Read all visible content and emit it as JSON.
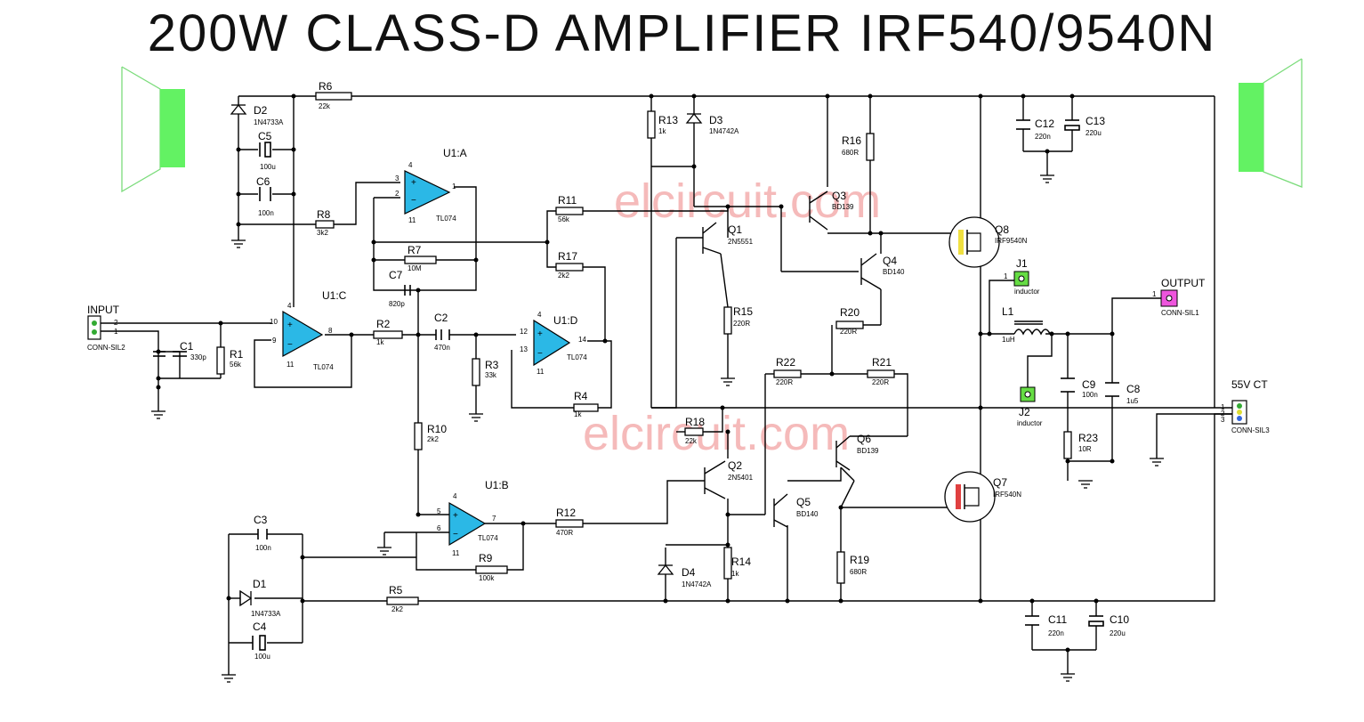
{
  "title": "200W CLASS-D AMPLIFIER IRF540/9540N",
  "watermark": "elcircuit.com",
  "colors": {
    "opamp": "#2bb8e6",
    "speaker": "#63f263",
    "terminal": "#66dd44",
    "output_terminal": "#ee55dd",
    "watermark": "#f2a3a3"
  },
  "labels": {
    "input": "INPUT",
    "input_conn": "CONN-SIL2",
    "output": "OUTPUT",
    "output_conn": "CONN-SIL1",
    "supply": "55V CT",
    "supply_conn": "CONN-SIL3",
    "j1": "J1",
    "j1_val": "inductor",
    "j2": "J2",
    "j2_val": "inductor",
    "u1a": "U1:A",
    "u1b": "U1:B",
    "u1c": "U1:C",
    "u1d": "U1:D",
    "opamp_type": "TL074",
    "r1": "R1",
    "r1v": "56k",
    "r2": "R2",
    "r2v": "1k",
    "r3": "R3",
    "r3v": "33k",
    "r4": "R4",
    "r4v": "1k",
    "r5": "R5",
    "r5v": "2k2",
    "r6": "R6",
    "r6v": "22k",
    "r7": "R7",
    "r7v": "10M",
    "r8": "R8",
    "r8v": "3k2",
    "r9": "R9",
    "r9v": "100k",
    "r10": "R10",
    "r10v": "2k2",
    "r11": "R11",
    "r11v": "56k",
    "r12": "R12",
    "r12v": "470R",
    "r13": "R13",
    "r13v": "1k",
    "r14": "R14",
    "r14v": "1k",
    "r15": "R15",
    "r15v": "220R",
    "r16": "R16",
    "r16v": "680R",
    "r17": "R17",
    "r17v": "2k2",
    "r18": "R18",
    "r18v": "22k",
    "r19": "R19",
    "r19v": "680R",
    "r20": "R20",
    "r20v": "220R",
    "r21": "R21",
    "r21v": "220R",
    "r22": "R22",
    "r22v": "220R",
    "r23": "R23",
    "r23v": "10R",
    "c1": "C1",
    "c1v": "330p",
    "c2": "C2",
    "c2v": "470n",
    "c3": "C3",
    "c3v": "100n",
    "c4": "C4",
    "c4v": "100u",
    "c5": "C5",
    "c5v": "100u",
    "c6": "C6",
    "c6v": "100n",
    "c7": "C7",
    "c7v": "820p",
    "c8": "C8",
    "c8v": "1u5",
    "c9": "C9",
    "c9v": "100n",
    "c10": "C10",
    "c10v": "220u",
    "c11": "C11",
    "c11v": "220n",
    "c12": "C12",
    "c12v": "220n",
    "c13": "C13",
    "c13v": "220u",
    "d1": "D1",
    "d1v": "1N4733A",
    "d2": "D2",
    "d2v": "1N4733A",
    "d3": "D3",
    "d3v": "1N4742A",
    "d4": "D4",
    "d4v": "1N4742A",
    "q1": "Q1",
    "q1v": "2N5551",
    "q2": "Q2",
    "q2v": "2N5401",
    "q3": "Q3",
    "q3v": "BD139",
    "q4": "Q4",
    "q4v": "BD140",
    "q5": "Q5",
    "q5v": "BD140",
    "q6": "Q6",
    "q6v": "BD139",
    "q7": "Q7",
    "q7v": "IRF540N",
    "q8": "Q8",
    "q8v": "IRF9540N",
    "l1": "L1",
    "l1v": "1uH"
  },
  "pins": {
    "p1": "1",
    "p2": "2",
    "p3": "3",
    "p4": "4",
    "p5": "5",
    "p6": "6",
    "p7": "7",
    "p8": "8",
    "p9": "9",
    "p10": "10",
    "p11": "11",
    "p12": "12",
    "p13": "13",
    "p14": "14"
  }
}
